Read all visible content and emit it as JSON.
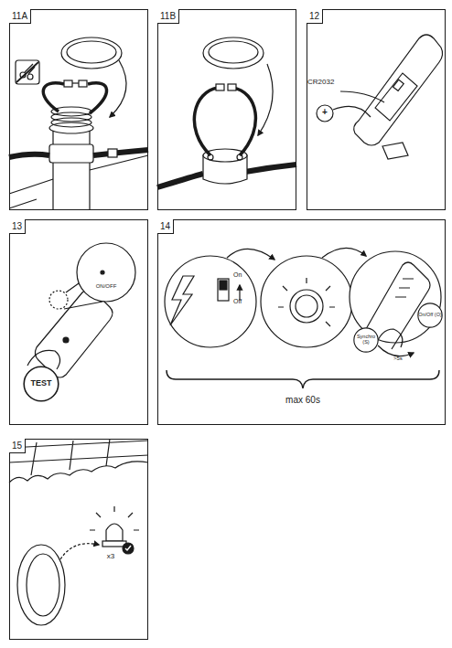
{
  "diagram": {
    "nodes": [
      {
        "text": [
          "11A"
        ]
      },
      {
        "text": [
          "11B"
        ]
      },
      {
        "text": [
          "12"
        ]
      },
      {
        "text": [
          "13"
        ]
      },
      {
        "text": [
          "TEST"
        ],
        "in": 3
      },
      {
        "text": [
          "14"
        ]
      },
      {
        "text": [
          "Synchro (S)"
        ],
        "in": 5
      },
      {
        "text": [
          "On/Off (O)"
        ],
        "in": 5
      },
      {
        "text": [
          "15"
        ]
      }
    ],
    "labels": [
      "CR2032",
      "+",
      "ON/OFF",
      "On",
      "Off",
      ">5s",
      "max 60s",
      "x3"
    ]
  }
}
